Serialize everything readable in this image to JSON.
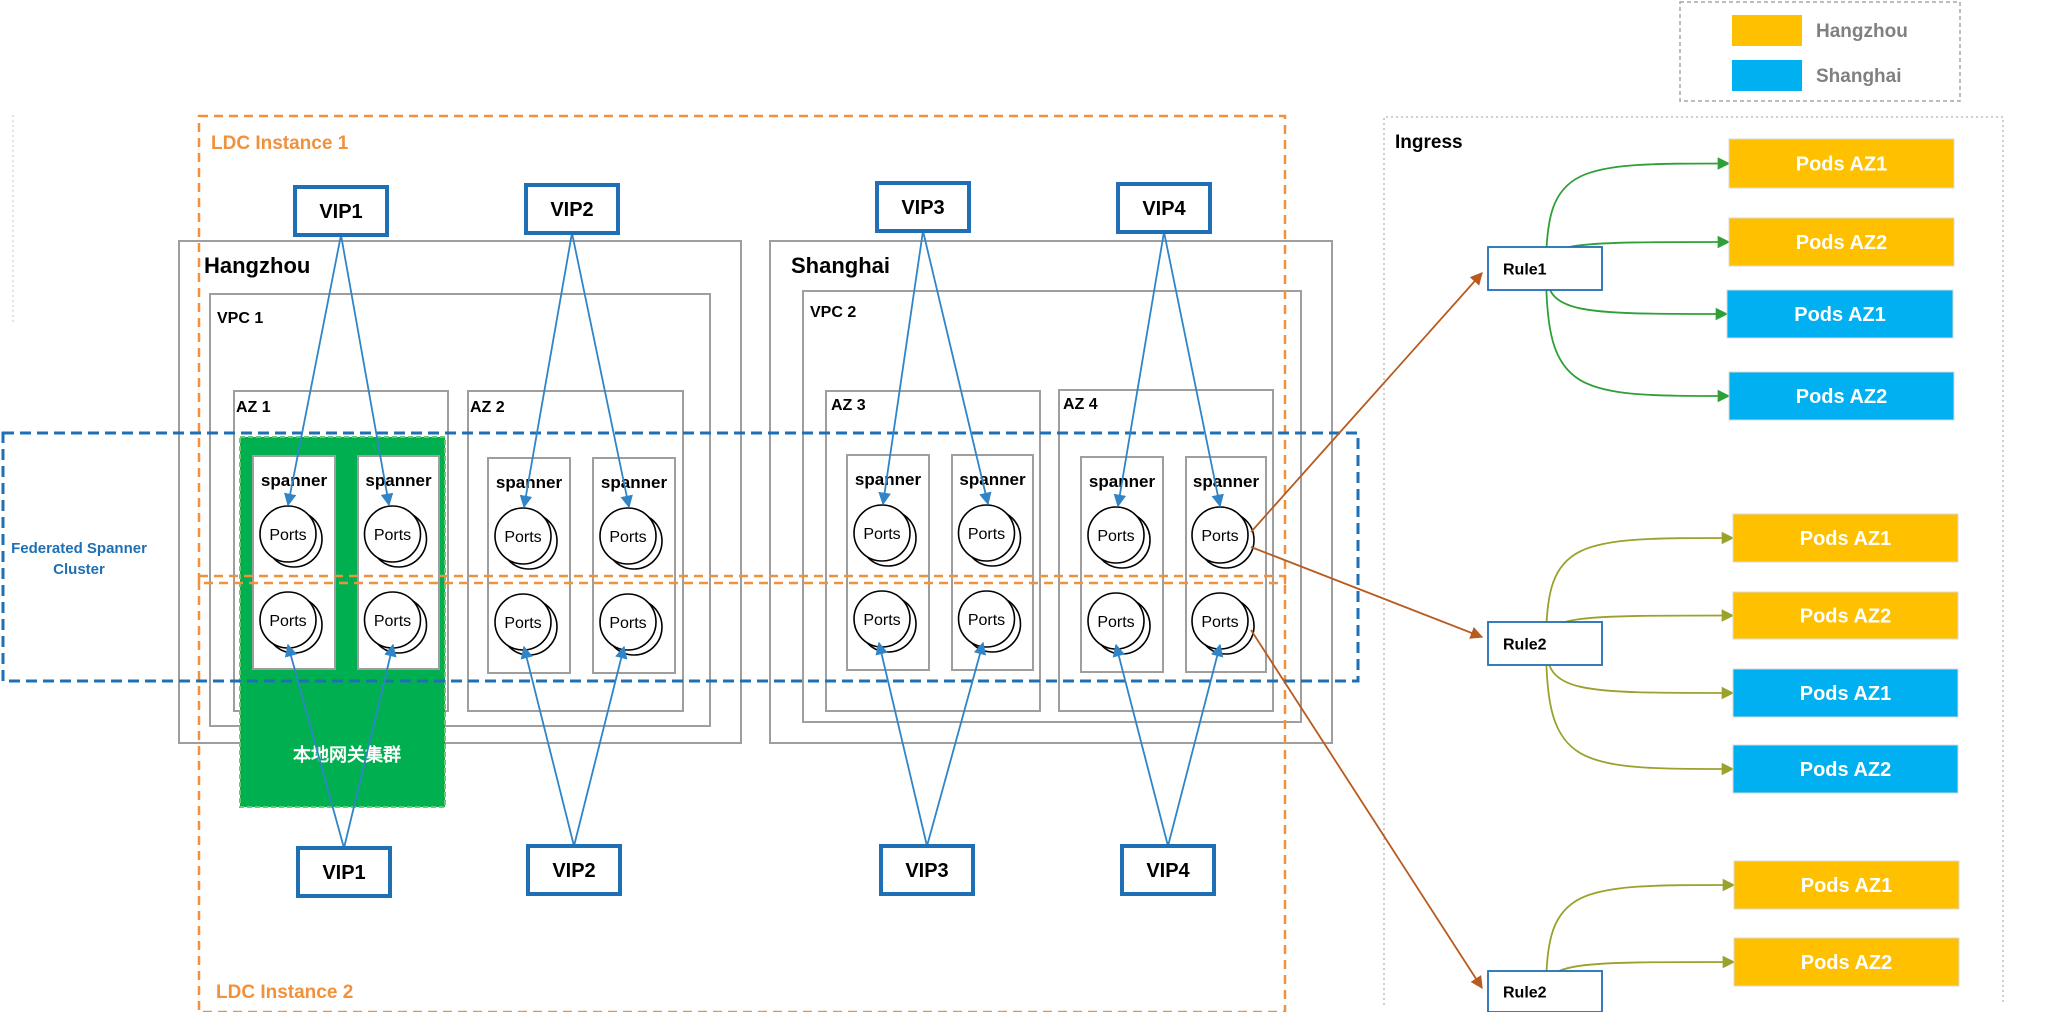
{
  "colors": {
    "hangzhou": "#FFC000",
    "shanghai": "#00B0F0",
    "ldc": "#F0913C",
    "federated": "#1F6FB4",
    "vip": "#1F6FB4",
    "local_gateway": "#00B050",
    "ingress_border": "#BFBFBF",
    "arrow_vip": "#2F85C8",
    "arrow_rule": "#B85B1E",
    "arrow_green": "#2FA037",
    "arrow_olive": "#9AA22B",
    "region_border": "#9E9E9E"
  },
  "legend": {
    "hangzhou": "Hangzhou",
    "shanghai": "Shanghai"
  },
  "ldc": {
    "instance1": "LDC Instance 1",
    "instance2": "LDC Instance 2"
  },
  "regions": {
    "hangzhou": "Hangzhou",
    "shanghai": "Shanghai",
    "vpc1": "VPC 1",
    "vpc2": "VPC 2",
    "az1": "AZ 1",
    "az2": "AZ 2",
    "az3": "AZ 3",
    "az4": "AZ 4"
  },
  "federated": {
    "line1": "Federated Spanner",
    "line2": "Cluster"
  },
  "local_gateway": "本地网关集群",
  "spanner_label": "spanner",
  "ports_label": "Ports",
  "vips": {
    "top": [
      "VIP1",
      "VIP2",
      "VIP3",
      "VIP4"
    ],
    "bottom": [
      "VIP1",
      "VIP2",
      "VIP3",
      "VIP4"
    ]
  },
  "ingress": {
    "title": "Ingress",
    "rules": [
      "Rule1",
      "Rule2",
      "Rule2"
    ],
    "pod_groups": [
      [
        {
          "label": "Pods AZ1",
          "region": "hangzhou"
        },
        {
          "label": "Pods AZ2",
          "region": "hangzhou"
        },
        {
          "label": "Pods  AZ1",
          "region": "shanghai"
        },
        {
          "label": "Pods  AZ2",
          "region": "shanghai"
        }
      ],
      [
        {
          "label": "Pods  AZ1",
          "region": "hangzhou"
        },
        {
          "label": "Pods  AZ2",
          "region": "hangzhou"
        },
        {
          "label": "Pods  AZ1",
          "region": "shanghai"
        },
        {
          "label": "Pods  AZ2",
          "region": "shanghai"
        }
      ],
      [
        {
          "label": "Pods AZ1",
          "region": "hangzhou"
        },
        {
          "label": "Pods AZ2",
          "region": "hangzhou"
        }
      ]
    ]
  }
}
